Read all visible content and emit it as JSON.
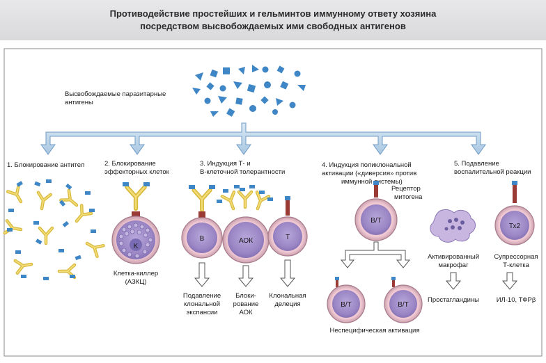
{
  "title": {
    "line1": "Противодействие простейших и гельминтов иммунному ответу хозяина",
    "line2": "посредством высвобождаемых ими свободных антигенов"
  },
  "antigens_label": {
    "line1": "Высвобождаемые паразитарные",
    "line2": "антигены"
  },
  "mechanisms": [
    {
      "line1": "1. Блокирование антител",
      "line2": ""
    },
    {
      "line1": "2. Блокирование",
      "line2": "эффекторных клеток"
    },
    {
      "line1": "3. Индукция Т- и",
      "line2": "В-клеточной толерантности"
    },
    {
      "line1": "4. Индукция поликлональной",
      "line2": "активации («диверсия» против",
      "line3": "иммунной системы)"
    },
    {
      "line1": "5. Подавление",
      "line2": "воспалительной реакции"
    }
  ],
  "cells": {
    "killer_letter": "K",
    "killer_caption1": "Клетка-киллер",
    "killer_caption2": "(АЗКЦ)",
    "b": "В",
    "aok": "АОК",
    "t": "Т",
    "bt": "В/Т",
    "bt_left": "В/Т",
    "bt_right": "В/Т",
    "tx2": "Тх2"
  },
  "outcomes": {
    "b1": "Подавление",
    "b2": "клональной",
    "b3": "экспансии",
    "aok1": "Блоки-",
    "aok2": "рование",
    "aok3": "АОК",
    "t1": "Клональная",
    "t2": "делеция",
    "receptor1": "Рецептор",
    "receptor2": "митогена",
    "nonspecific": "Неспецифическая активация",
    "macrophage1": "Активированный",
    "macrophage2": "макрофаг",
    "prostaglandins": "Простагландины",
    "suppressor1": "Супрессорная",
    "suppressor2": "Т-клетка",
    "cytokines": "ИЛ-10, ТФРβ"
  },
  "colors": {
    "antigen_blue": "#3f86c6",
    "antibody_yellow": "#e2c84a",
    "cell_purple": "#9a86c4",
    "cell_ring": "#e5b9c6",
    "nucleus": "#7a6cb4",
    "arrow_blue": "#bfd6ea",
    "receptor_red": "#9a3b36"
  },
  "icons": [
    "antigen-icon",
    "antibody-icon",
    "arrow-down-icon"
  ]
}
